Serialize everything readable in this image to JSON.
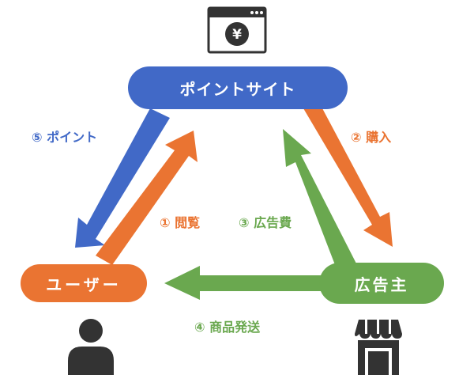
{
  "nodes": {
    "point_site": "ポイントサイト",
    "user": "ユーザー",
    "advertiser": "広告主"
  },
  "edges": {
    "view": "① 閲覧",
    "purchase": "② 購入",
    "ad_fee": "③ 広告費",
    "shipping": "④ 商品発送",
    "points": "⑤ ポイント"
  },
  "icons": {
    "top": "yen-browser-icon",
    "left": "person-icon",
    "right": "storefront-icon",
    "yen_symbol": "¥"
  },
  "colors": {
    "blue": "#4169c7",
    "orange": "#ea7432",
    "green": "#6aa84f",
    "dark_icon": "#333333",
    "page_bg": "#ffffff"
  }
}
